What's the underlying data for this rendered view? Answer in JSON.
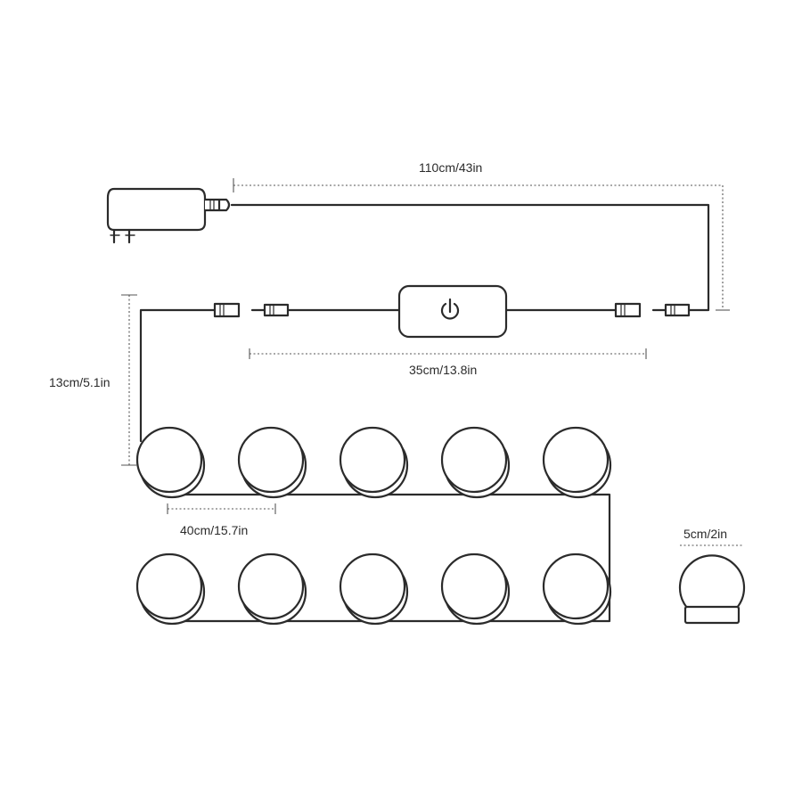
{
  "dimensions": {
    "power_cable": "110cm/43in",
    "switch_cable": "35cm/13.8in",
    "lead_cable": "13cm/5.1in",
    "bulb_spacing": "40cm/15.7in",
    "bulb_diameter": "5cm/2in"
  },
  "components": {
    "bulb_count": 10,
    "bulb_rows": 2,
    "bulbs_per_row": 5
  },
  "icons": {
    "adapter": "power-adapter-icon",
    "switch": "power-switch-icon",
    "connector": "dc-connector-icon",
    "bulb": "bulb-icon"
  },
  "colors": {
    "line": "#2b2b2b",
    "fill": "#ffffff"
  }
}
